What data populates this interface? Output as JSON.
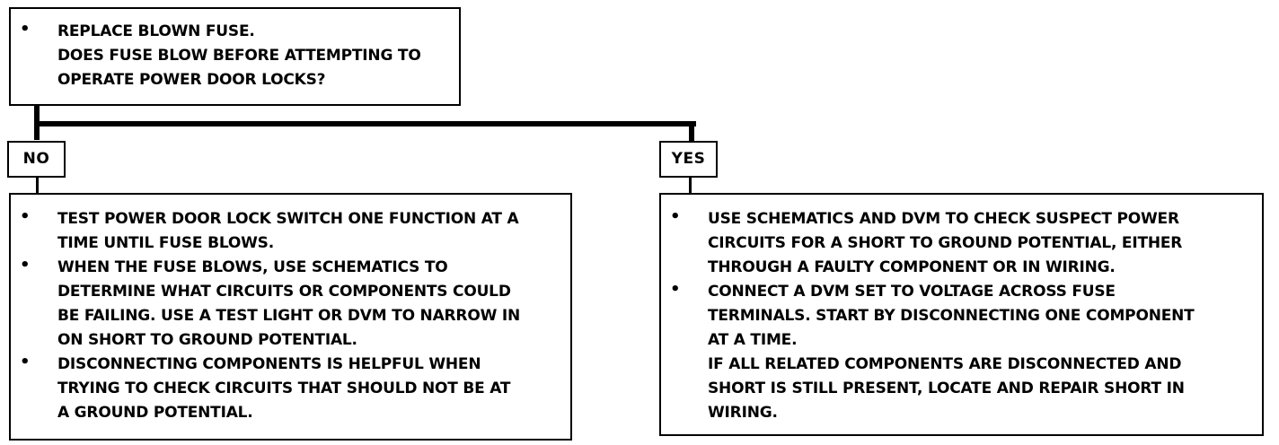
{
  "top": {
    "bullet": "•",
    "text": "REPLACE BLOWN FUSE.\nDOES FUSE BLOW BEFORE ATTEMPTING TO\nOPERATE POWER DOOR LOCKS?"
  },
  "no_label": "NO",
  "yes_label": "YES",
  "no_branch": {
    "items": [
      {
        "bullet": "•",
        "text": "TEST POWER DOOR LOCK SWITCH ONE FUNCTION AT A\nTIME UNTIL FUSE BLOWS."
      },
      {
        "bullet": "•",
        "text": "WHEN THE FUSE BLOWS, USE SCHEMATICS TO\nDETERMINE WHAT CIRCUITS OR COMPONENTS COULD\nBE FAILING.  USE A TEST LIGHT OR DVM TO NARROW IN\nON SHORT TO GROUND POTENTIAL."
      },
      {
        "bullet": "•",
        "text": "DISCONNECTING COMPONENTS IS HELPFUL WHEN\nTRYING TO CHECK CIRCUITS THAT SHOULD NOT BE AT\nA GROUND POTENTIAL."
      }
    ]
  },
  "yes_branch": {
    "items": [
      {
        "bullet": "•",
        "text": "USE SCHEMATICS AND DVM TO CHECK SUSPECT POWER\nCIRCUITS FOR A SHORT TO GROUND POTENTIAL, EITHER\nTHROUGH A FAULTY COMPONENT OR IN WIRING."
      },
      {
        "bullet": "•",
        "text": "CONNECT A DVM SET TO VOLTAGE ACROSS FUSE\nTERMINALS.  START BY DISCONNECTING ONE COMPONENT\nAT A TIME.\nIF ALL RELATED COMPONENTS ARE DISCONNECTED AND\nSHORT IS STILL PRESENT, LOCATE AND REPAIR SHORT IN\nWIRING."
      }
    ]
  }
}
